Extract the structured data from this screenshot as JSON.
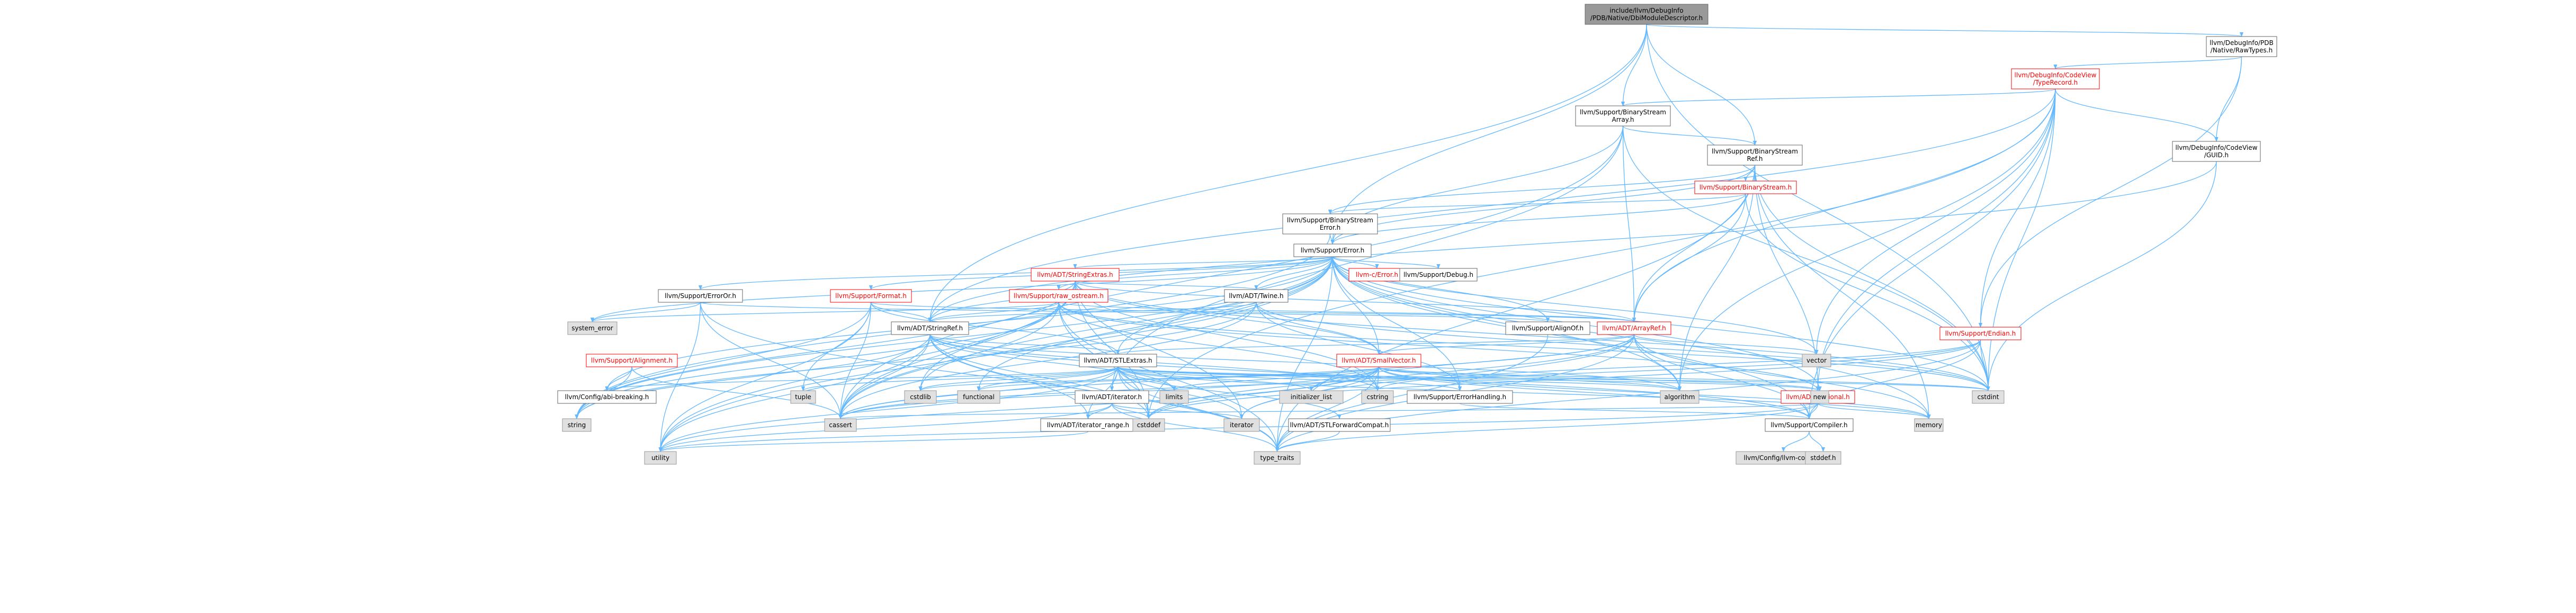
{
  "colors": {
    "edge": "#63b8ff",
    "node_fill": "#ffffff",
    "node_border": "#666666",
    "focus_fill": "#999999",
    "focus_border": "#666666",
    "system_fill": "#e0e0e0",
    "system_border": "#999999",
    "truncated_border": "#ff0000",
    "label": "#000000",
    "truncated_label": "#ff0000"
  },
  "graph": {
    "nodes": [
      {
        "id": "focus",
        "lines": [
          "include/llvm/DebugInfo",
          "/PDB/Native/DbiModuleDescriptor.h"
        ],
        "kind": "focus"
      },
      {
        "id": "rawtypes",
        "lines": [
          "llvm/DebugInfo/PDB",
          "/Native/RawTypes.h"
        ],
        "kind": "normal"
      },
      {
        "id": "typerecord",
        "lines": [
          "llvm/DebugInfo/CodeView",
          "/TypeRecord.h"
        ],
        "kind": "truncated"
      },
      {
        "id": "bsarray",
        "lines": [
          "llvm/Support/BinaryStream",
          "Array.h"
        ],
        "kind": "normal"
      },
      {
        "id": "bsref",
        "lines": [
          "llvm/Support/BinaryStream",
          "Ref.h"
        ],
        "kind": "normal"
      },
      {
        "id": "guid",
        "lines": [
          "llvm/DebugInfo/CodeView",
          "/GUID.h"
        ],
        "kind": "normal"
      },
      {
        "id": "binarystream",
        "lines": [
          "llvm/Support/BinaryStream.h"
        ],
        "kind": "truncated"
      },
      {
        "id": "bserror",
        "lines": [
          "llvm/Support/BinaryStream",
          "Error.h"
        ],
        "kind": "normal"
      },
      {
        "id": "error",
        "lines": [
          "llvm/Support/Error.h"
        ],
        "kind": "normal"
      },
      {
        "id": "stringextras",
        "lines": [
          "llvm/ADT/StringExtras.h"
        ],
        "kind": "truncated"
      },
      {
        "id": "errorh",
        "lines": [
          "llvm-c/Error.h"
        ],
        "kind": "truncated"
      },
      {
        "id": "debug",
        "lines": [
          "llvm/Support/Debug.h"
        ],
        "kind": "normal"
      },
      {
        "id": "erroror",
        "lines": [
          "llvm/Support/ErrorOr.h"
        ],
        "kind": "normal"
      },
      {
        "id": "format",
        "lines": [
          "llvm/Support/Format.h"
        ],
        "kind": "truncated"
      },
      {
        "id": "rawostream",
        "lines": [
          "llvm/Support/raw_ostream.h"
        ],
        "kind": "truncated"
      },
      {
        "id": "twine",
        "lines": [
          "llvm/ADT/Twine.h"
        ],
        "kind": "normal"
      },
      {
        "id": "alignof",
        "lines": [
          "llvm/Support/AlignOf.h"
        ],
        "kind": "normal"
      },
      {
        "id": "arrayref",
        "lines": [
          "llvm/ADT/ArrayRef.h"
        ],
        "kind": "truncated"
      },
      {
        "id": "endian",
        "lines": [
          "llvm/Support/Endian.h"
        ],
        "kind": "truncated"
      },
      {
        "id": "stringref",
        "lines": [
          "llvm/ADT/StringRef.h"
        ],
        "kind": "normal"
      },
      {
        "id": "alignment",
        "lines": [
          "llvm/Support/Alignment.h"
        ],
        "kind": "truncated"
      },
      {
        "id": "stlextras",
        "lines": [
          "llvm/ADT/STLExtras.h"
        ],
        "kind": "normal"
      },
      {
        "id": "smallvector",
        "lines": [
          "llvm/ADT/SmallVector.h"
        ],
        "kind": "truncated"
      },
      {
        "id": "systemerror",
        "lines": [
          "system_error"
        ],
        "kind": "system"
      },
      {
        "id": "vector",
        "lines": [
          "vector"
        ],
        "kind": "system"
      },
      {
        "id": "errorhandling",
        "lines": [
          "llvm/Support/ErrorHandling.h"
        ],
        "kind": "normal"
      },
      {
        "id": "optional",
        "lines": [
          "llvm/ADT/Optional.h"
        ],
        "kind": "truncated"
      },
      {
        "id": "iterator",
        "lines": [
          "llvm/ADT/iterator.h"
        ],
        "kind": "normal"
      },
      {
        "id": "stlforward",
        "lines": [
          "llvm/ADT/STLForwardCompat.h"
        ],
        "kind": "normal"
      },
      {
        "id": "iterrange",
        "lines": [
          "llvm/ADT/iterator_range.h"
        ],
        "kind": "normal"
      },
      {
        "id": "compiler",
        "lines": [
          "llvm/Support/Compiler.h"
        ],
        "kind": "normal"
      },
      {
        "id": "configbreak",
        "lines": [
          "llvm/Config/abi-breaking.h"
        ],
        "kind": "normal"
      },
      {
        "id": "llvmconfig",
        "lines": [
          "llvm/Config/llvm-config.h"
        ],
        "kind": "system"
      },
      {
        "id": "stddef",
        "lines": [
          "stddef.h"
        ],
        "kind": "system"
      },
      {
        "id": "tuple",
        "lines": [
          "tuple"
        ],
        "kind": "system"
      },
      {
        "id": "cstdlib",
        "lines": [
          "cstdlib"
        ],
        "kind": "system"
      },
      {
        "id": "functional",
        "lines": [
          "functional"
        ],
        "kind": "system"
      },
      {
        "id": "initlist",
        "lines": [
          "initializer_list"
        ],
        "kind": "system"
      },
      {
        "id": "limits",
        "lines": [
          "limits"
        ],
        "kind": "system"
      },
      {
        "id": "cstring",
        "lines": [
          "cstring"
        ],
        "kind": "system"
      },
      {
        "id": "algorithm",
        "lines": [
          "algorithm"
        ],
        "kind": "system"
      },
      {
        "id": "cstdint",
        "lines": [
          "cstdint"
        ],
        "kind": "system"
      },
      {
        "id": "iteratorstd",
        "lines": [
          "iterator"
        ],
        "kind": "system"
      },
      {
        "id": "new",
        "lines": [
          "new"
        ],
        "kind": "system"
      },
      {
        "id": "memory",
        "lines": [
          "memory"
        ],
        "kind": "system"
      },
      {
        "id": "string",
        "lines": [
          "string"
        ],
        "kind": "system"
      },
      {
        "id": "cassert",
        "lines": [
          "cassert"
        ],
        "kind": "system"
      },
      {
        "id": "cstddef",
        "lines": [
          "cstddef"
        ],
        "kind": "system"
      },
      {
        "id": "utility",
        "lines": [
          "utility"
        ],
        "kind": "system"
      },
      {
        "id": "typetraits",
        "lines": [
          "type_traits"
        ],
        "kind": "system"
      }
    ],
    "edges": [
      [
        "focus",
        "rawtypes"
      ],
      [
        "focus",
        "bsarray"
      ],
      [
        "focus",
        "bsref"
      ],
      [
        "focus",
        "error"
      ],
      [
        "focus",
        "cstdint"
      ],
      [
        "focus",
        "stringref"
      ],
      [
        "rawtypes",
        "typerecord"
      ],
      [
        "rawtypes",
        "guid"
      ],
      [
        "rawtypes",
        "endian"
      ],
      [
        "typerecord",
        "bsarray"
      ],
      [
        "typerecord",
        "guid"
      ],
      [
        "typerecord",
        "arrayref"
      ],
      [
        "typerecord",
        "stringref"
      ],
      [
        "typerecord",
        "optional"
      ],
      [
        "typerecord",
        "endian"
      ],
      [
        "typerecord",
        "compiler"
      ],
      [
        "typerecord",
        "cstdint"
      ],
      [
        "typerecord",
        "vector"
      ],
      [
        "typerecord",
        "algorithm"
      ],
      [
        "typerecord",
        "cstddef"
      ],
      [
        "bsarray",
        "bsref"
      ],
      [
        "bsarray",
        "arrayref"
      ],
      [
        "bsarray",
        "iterator"
      ],
      [
        "bsarray",
        "error"
      ],
      [
        "bsarray",
        "cassert"
      ],
      [
        "bsarray",
        "cstdint"
      ],
      [
        "bsref",
        "binarystream"
      ],
      [
        "bsref",
        "bserror"
      ],
      [
        "bsref",
        "arrayref"
      ],
      [
        "bsref",
        "error"
      ],
      [
        "bsref",
        "optional"
      ],
      [
        "bsref",
        "algorithm"
      ],
      [
        "bsref",
        "cstdint"
      ],
      [
        "bsref",
        "memory"
      ],
      [
        "bsref",
        "typetraits"
      ],
      [
        "guid",
        "stringref"
      ],
      [
        "guid",
        "cstdint"
      ],
      [
        "binarystream",
        "arrayref"
      ],
      [
        "binarystream",
        "bserror"
      ],
      [
        "binarystream",
        "error"
      ],
      [
        "binarystream",
        "cstdint"
      ],
      [
        "bserror",
        "error"
      ],
      [
        "bserror",
        "string"
      ],
      [
        "error",
        "stringextras"
      ],
      [
        "error",
        "errorh"
      ],
      [
        "error",
        "debug"
      ],
      [
        "error",
        "erroror"
      ],
      [
        "error",
        "format"
      ],
      [
        "error",
        "rawostream"
      ],
      [
        "error",
        "twine"
      ],
      [
        "error",
        "alignof"
      ],
      [
        "error",
        "compiler"
      ],
      [
        "error",
        "errorhandling"
      ],
      [
        "error",
        "stlextras"
      ],
      [
        "error",
        "smallvector"
      ],
      [
        "error",
        "configbreak"
      ],
      [
        "error",
        "systemerror"
      ],
      [
        "error",
        "algorithm"
      ],
      [
        "error",
        "cassert"
      ],
      [
        "error",
        "cstdint"
      ],
      [
        "error",
        "cstdlib"
      ],
      [
        "error",
        "functional"
      ],
      [
        "error",
        "memory"
      ],
      [
        "error",
        "new"
      ],
      [
        "error",
        "string"
      ],
      [
        "error",
        "typetraits"
      ],
      [
        "error",
        "utility"
      ],
      [
        "error",
        "vector"
      ],
      [
        "stringextras",
        "arrayref"
      ],
      [
        "stringextras",
        "smallvector"
      ],
      [
        "stringextras",
        "stringref"
      ],
      [
        "stringextras",
        "twine"
      ],
      [
        "stringextras",
        "cassert"
      ],
      [
        "stringextras",
        "cstddef"
      ],
      [
        "stringextras",
        "cstdint"
      ],
      [
        "stringextras",
        "cstdlib"
      ],
      [
        "stringextras",
        "cstring"
      ],
      [
        "stringextras",
        "iteratorstd"
      ],
      [
        "stringextras",
        "string"
      ],
      [
        "stringextras",
        "utility"
      ],
      [
        "erroror",
        "alignof"
      ],
      [
        "erroror",
        "cassert"
      ],
      [
        "erroror",
        "systemerror"
      ],
      [
        "erroror",
        "typetraits"
      ],
      [
        "erroror",
        "utility"
      ],
      [
        "format",
        "arrayref"
      ],
      [
        "format",
        "stlextras"
      ],
      [
        "format",
        "stringref"
      ],
      [
        "format",
        "cassert"
      ],
      [
        "format",
        "cstdio"
      ],
      [
        "format",
        "string"
      ],
      [
        "format",
        "tuple"
      ],
      [
        "format",
        "utility"
      ],
      [
        "rawostream",
        "arrayref"
      ],
      [
        "rawostream",
        "optional"
      ],
      [
        "rawostream",
        "stringref"
      ],
      [
        "rawostream",
        "cassert"
      ],
      [
        "rawostream",
        "cstddef"
      ],
      [
        "rawostream",
        "cstdint"
      ],
      [
        "rawostream",
        "cstring"
      ],
      [
        "rawostream",
        "string"
      ],
      [
        "rawostream",
        "systemerror"
      ],
      [
        "rawostream",
        "typetraits"
      ],
      [
        "twine",
        "smallvector"
      ],
      [
        "twine",
        "stringref"
      ],
      [
        "twine",
        "errorhandling"
      ],
      [
        "twine",
        "cassert"
      ],
      [
        "twine",
        "cstdint"
      ],
      [
        "twine",
        "string"
      ],
      [
        "alignof",
        "typetraits"
      ],
      [
        "arrayref",
        "stlextras"
      ],
      [
        "arrayref",
        "smallvector"
      ],
      [
        "arrayref",
        "compiler"
      ],
      [
        "arrayref",
        "algorithm"
      ],
      [
        "arrayref",
        "cassert"
      ],
      [
        "arrayref",
        "cstddef"
      ],
      [
        "arrayref",
        "initlist"
      ],
      [
        "arrayref",
        "iteratorstd"
      ],
      [
        "arrayref",
        "memory"
      ],
      [
        "arrayref",
        "typetraits"
      ],
      [
        "arrayref",
        "vector"
      ],
      [
        "endian",
        "compiler"
      ],
      [
        "endian",
        "cassert"
      ],
      [
        "endian",
        "cstddef"
      ],
      [
        "endian",
        "cstdint"
      ],
      [
        "endian",
        "cstring"
      ],
      [
        "endian",
        "typetraits"
      ],
      [
        "stringref",
        "stlextras"
      ],
      [
        "stringref",
        "iterrange"
      ],
      [
        "stringref",
        "compiler"
      ],
      [
        "stringref",
        "algorithm"
      ],
      [
        "stringref",
        "cassert"
      ],
      [
        "stringref",
        "cstddef"
      ],
      [
        "stringref",
        "cstring"
      ],
      [
        "stringref",
        "limits"
      ],
      [
        "stringref",
        "string"
      ],
      [
        "stringref",
        "typetraits"
      ],
      [
        "stringref",
        "utility"
      ],
      [
        "alignment",
        "cassert"
      ],
      [
        "alignment",
        "string"
      ],
      [
        "alignment",
        "configbreak"
      ],
      [
        "stlextras",
        "optional"
      ],
      [
        "stlextras",
        "stlforward"
      ],
      [
        "stlextras",
        "iterator"
      ],
      [
        "stlextras",
        "iterrange"
      ],
      [
        "stlextras",
        "configbreak"
      ],
      [
        "stlextras",
        "errorhandling"
      ],
      [
        "stlextras",
        "algorithm"
      ],
      [
        "stlextras",
        "cassert"
      ],
      [
        "stlextras",
        "cstddef"
      ],
      [
        "stlextras",
        "cstdint"
      ],
      [
        "stlextras",
        "cstdlib"
      ],
      [
        "stlextras",
        "functional"
      ],
      [
        "stlextras",
        "initlist"
      ],
      [
        "stlextras",
        "iteratorstd"
      ],
      [
        "stlextras",
        "limits"
      ],
      [
        "stlextras",
        "memory"
      ],
      [
        "stlextras",
        "tuple"
      ],
      [
        "stlextras",
        "typetraits"
      ],
      [
        "stlextras",
        "utility"
      ],
      [
        "smallvector",
        "compiler"
      ],
      [
        "smallvector",
        "algorithm"
      ],
      [
        "smallvector",
        "cassert"
      ],
      [
        "smallvector",
        "cstddef"
      ],
      [
        "smallvector",
        "cstdlib"
      ],
      [
        "smallvector",
        "cstring"
      ],
      [
        "smallvector",
        "functional"
      ],
      [
        "smallvector",
        "initlist"
      ],
      [
        "smallvector",
        "iteratorstd"
      ],
      [
        "smallvector",
        "limits"
      ],
      [
        "smallvector",
        "memory"
      ],
      [
        "smallvector",
        "new"
      ],
      [
        "smallvector",
        "typetraits"
      ],
      [
        "smallvector",
        "utility"
      ],
      [
        "smallvector",
        "cstdint"
      ],
      [
        "errorhandling",
        "compiler"
      ],
      [
        "optional",
        "compiler"
      ],
      [
        "optional",
        "new"
      ],
      [
        "optional",
        "cassert"
      ],
      [
        "optional",
        "typetraits"
      ],
      [
        "optional",
        "utility"
      ],
      [
        "optional",
        "memory"
      ],
      [
        "iterator",
        "iterrange"
      ],
      [
        "iterator",
        "cstddef"
      ],
      [
        "iterator",
        "iteratorstd"
      ],
      [
        "iterator",
        "typetraits"
      ],
      [
        "iterator",
        "utility"
      ],
      [
        "stlforward",
        "typetraits"
      ],
      [
        "iterrange",
        "utility"
      ],
      [
        "compiler",
        "llvmconfig"
      ],
      [
        "compiler",
        "stddef"
      ]
    ]
  }
}
